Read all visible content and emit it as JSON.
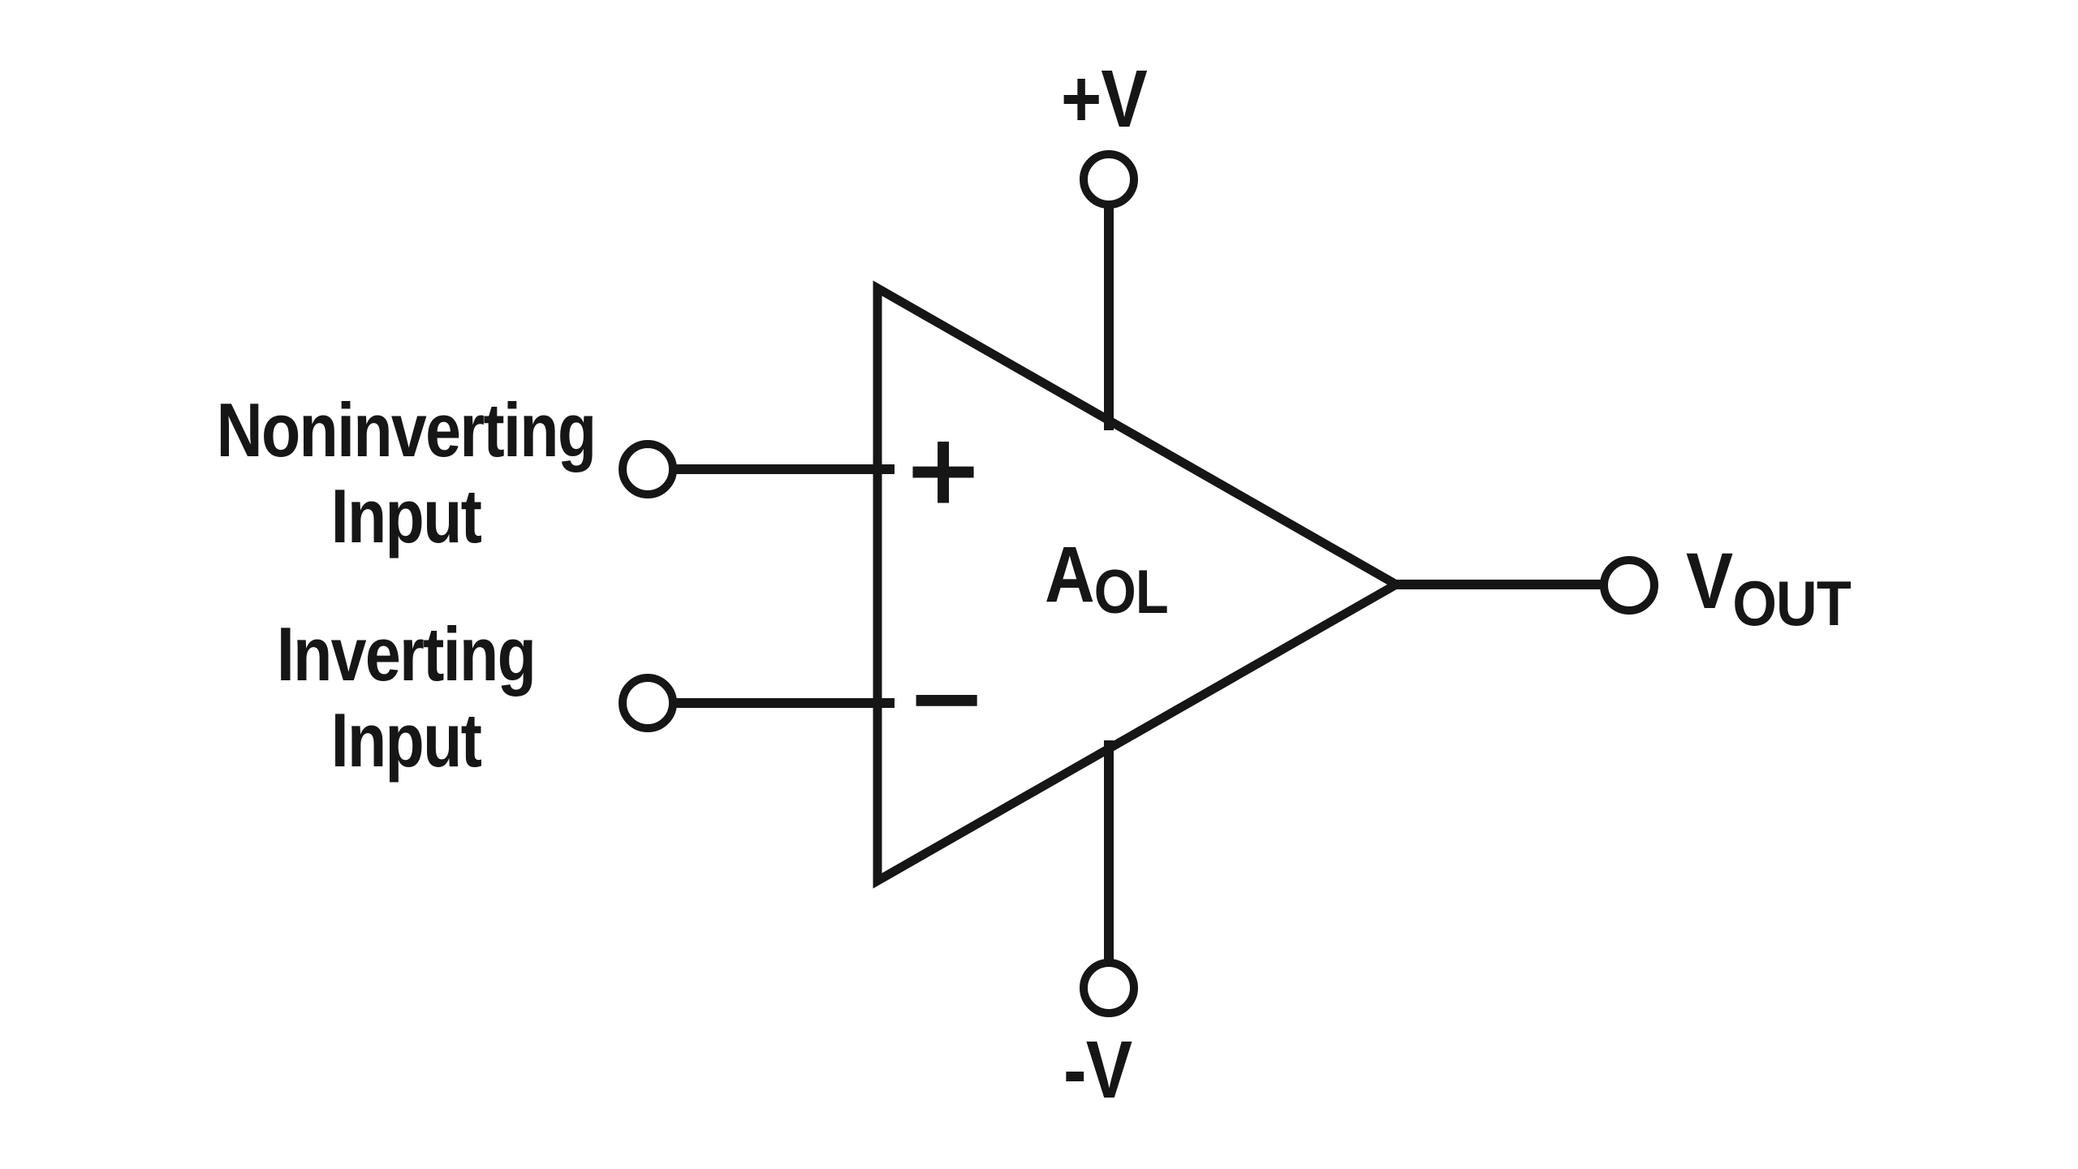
{
  "figure": {
    "background_color": "#ffffff",
    "ink_color": "#161616",
    "inputs": {
      "noninverting": {
        "line1": "Noninverting",
        "line2": "Input",
        "port": "+"
      },
      "inverting": {
        "line1": "Inverting",
        "line2": "Input",
        "port": "−"
      }
    },
    "supplies": {
      "positive": "+V",
      "negative": "-V"
    },
    "output": {
      "main": "V",
      "sub": "OUT"
    },
    "gain": {
      "main": "A",
      "sub": "OL"
    }
  }
}
